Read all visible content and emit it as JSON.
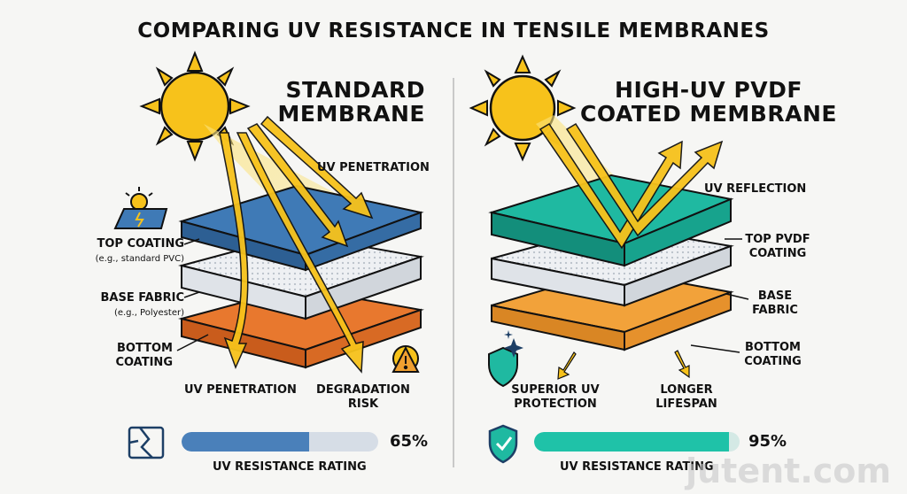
{
  "title": "COMPARING UV RESISTANCE IN TENSILE MEMBRANES",
  "left": {
    "heading_line1": "STANDARD",
    "heading_line2": "MEMBRANE",
    "uv_penetration_top": "UV PENETRATION",
    "top_coating": "TOP COATING",
    "top_coating_note": "(e.g., standard PVC)",
    "base_fabric": "BASE FABRIC",
    "base_fabric_note": "(e.g., Polyester)",
    "bottom_coating_line1": "BOTTOM",
    "bottom_coating_line2": "COATING",
    "uv_penetration_bottom": "UV PENETRATION",
    "degradation_line1": "DEGRADATION",
    "degradation_line2": "RISK",
    "rating_value": "65%",
    "rating_fraction": 0.65,
    "rating_label": "UV RESISTANCE RATING"
  },
  "right": {
    "heading_line1": "HIGH-UV PVDF",
    "heading_line2": "COATED MEMBRANE",
    "uv_reflection": "UV REFLECTION",
    "top_pvdf_line1": "TOP PVDF",
    "top_pvdf_line2": "COATING",
    "base_line1": "BASE",
    "base_line2": "FABRIC",
    "bottom_line1": "BOTTOM",
    "bottom_line2": "COATING",
    "superior_line1": "SUPERIOR UV",
    "superior_line2": "PROTECTION",
    "longer_line1": "LONGER",
    "longer_line2": "LIFESPAN",
    "rating_value": "95%",
    "rating_fraction": 0.95,
    "rating_label": "UV RESISTANCE RATING"
  },
  "watermark": "jutent.com",
  "colors": {
    "blue": "#3f7ab6",
    "teal": "#1fb9a1",
    "orange": "#e8782e",
    "amber": "#f2a23a",
    "sun": "#f7c21b",
    "ray": "#f8d94a"
  }
}
